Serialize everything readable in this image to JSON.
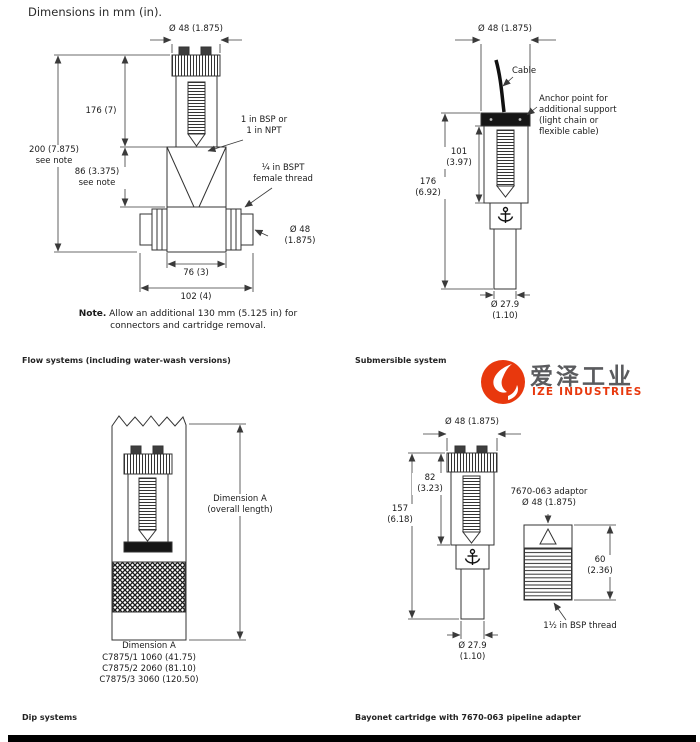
{
  "header": {
    "title": "Dimensions in mm (in)."
  },
  "flow": {
    "caption": "Flow systems (including water-wash versions)",
    "dims": {
      "dia_top": "Ø 48 (1.875)",
      "h200": "200 (7.875)\nsee note",
      "h176": "176 (7)",
      "h86": "86 (3.375)\nsee note",
      "w76": "76 (3)",
      "w102": "102 (4)",
      "dia_side": "Ø 48\n(1.875)"
    },
    "labels": {
      "bsp": "1 in BSP or\n1 in NPT",
      "bspt": "¼ in BSPT\nfemale thread"
    },
    "note_label": "Note.",
    "note_text": " Allow an additional 130 mm (5.125 in) for\nconnectors and cartridge removal."
  },
  "submersible": {
    "caption": "Submersible system",
    "dims": {
      "dia_top": "Ø 48 (1.875)",
      "h101": "101\n(3.97)",
      "h176": "176\n(6.92)",
      "dia_bottom": "Ø 27.9\n(1.10)"
    },
    "labels": {
      "cable": "Cable",
      "anchor_point": "Anchor point for\nadditional support\n(light chain or\nflexible cable)"
    }
  },
  "logo": {
    "cn_name": "爱泽工业",
    "en_name": "IZE INDUSTRIES",
    "brand_red": "#e8380d"
  },
  "dip": {
    "caption": "Dip systems",
    "dim_overall": "Dimension A\n(overall length)",
    "dim_label": "Dimension A",
    "models": "C7875/1 1060 (41.75)\nC7875/2 2060 (81.10)\nC7875/3 3060 (120.50)"
  },
  "bayonet": {
    "caption": "Bayonet cartridge with 7670-063 pipeline adapter",
    "dims": {
      "dia_top": "Ø 48 (1.875)",
      "h82": "82\n(3.23)",
      "h157": "157\n(6.18)",
      "h60": "60\n(2.36)",
      "dia_bottom": "Ø 27.9\n(1.10)"
    },
    "labels": {
      "adaptor": "7670-063 adaptor\nØ 48 (1.875)",
      "thread": "1½ in BSP thread"
    }
  }
}
